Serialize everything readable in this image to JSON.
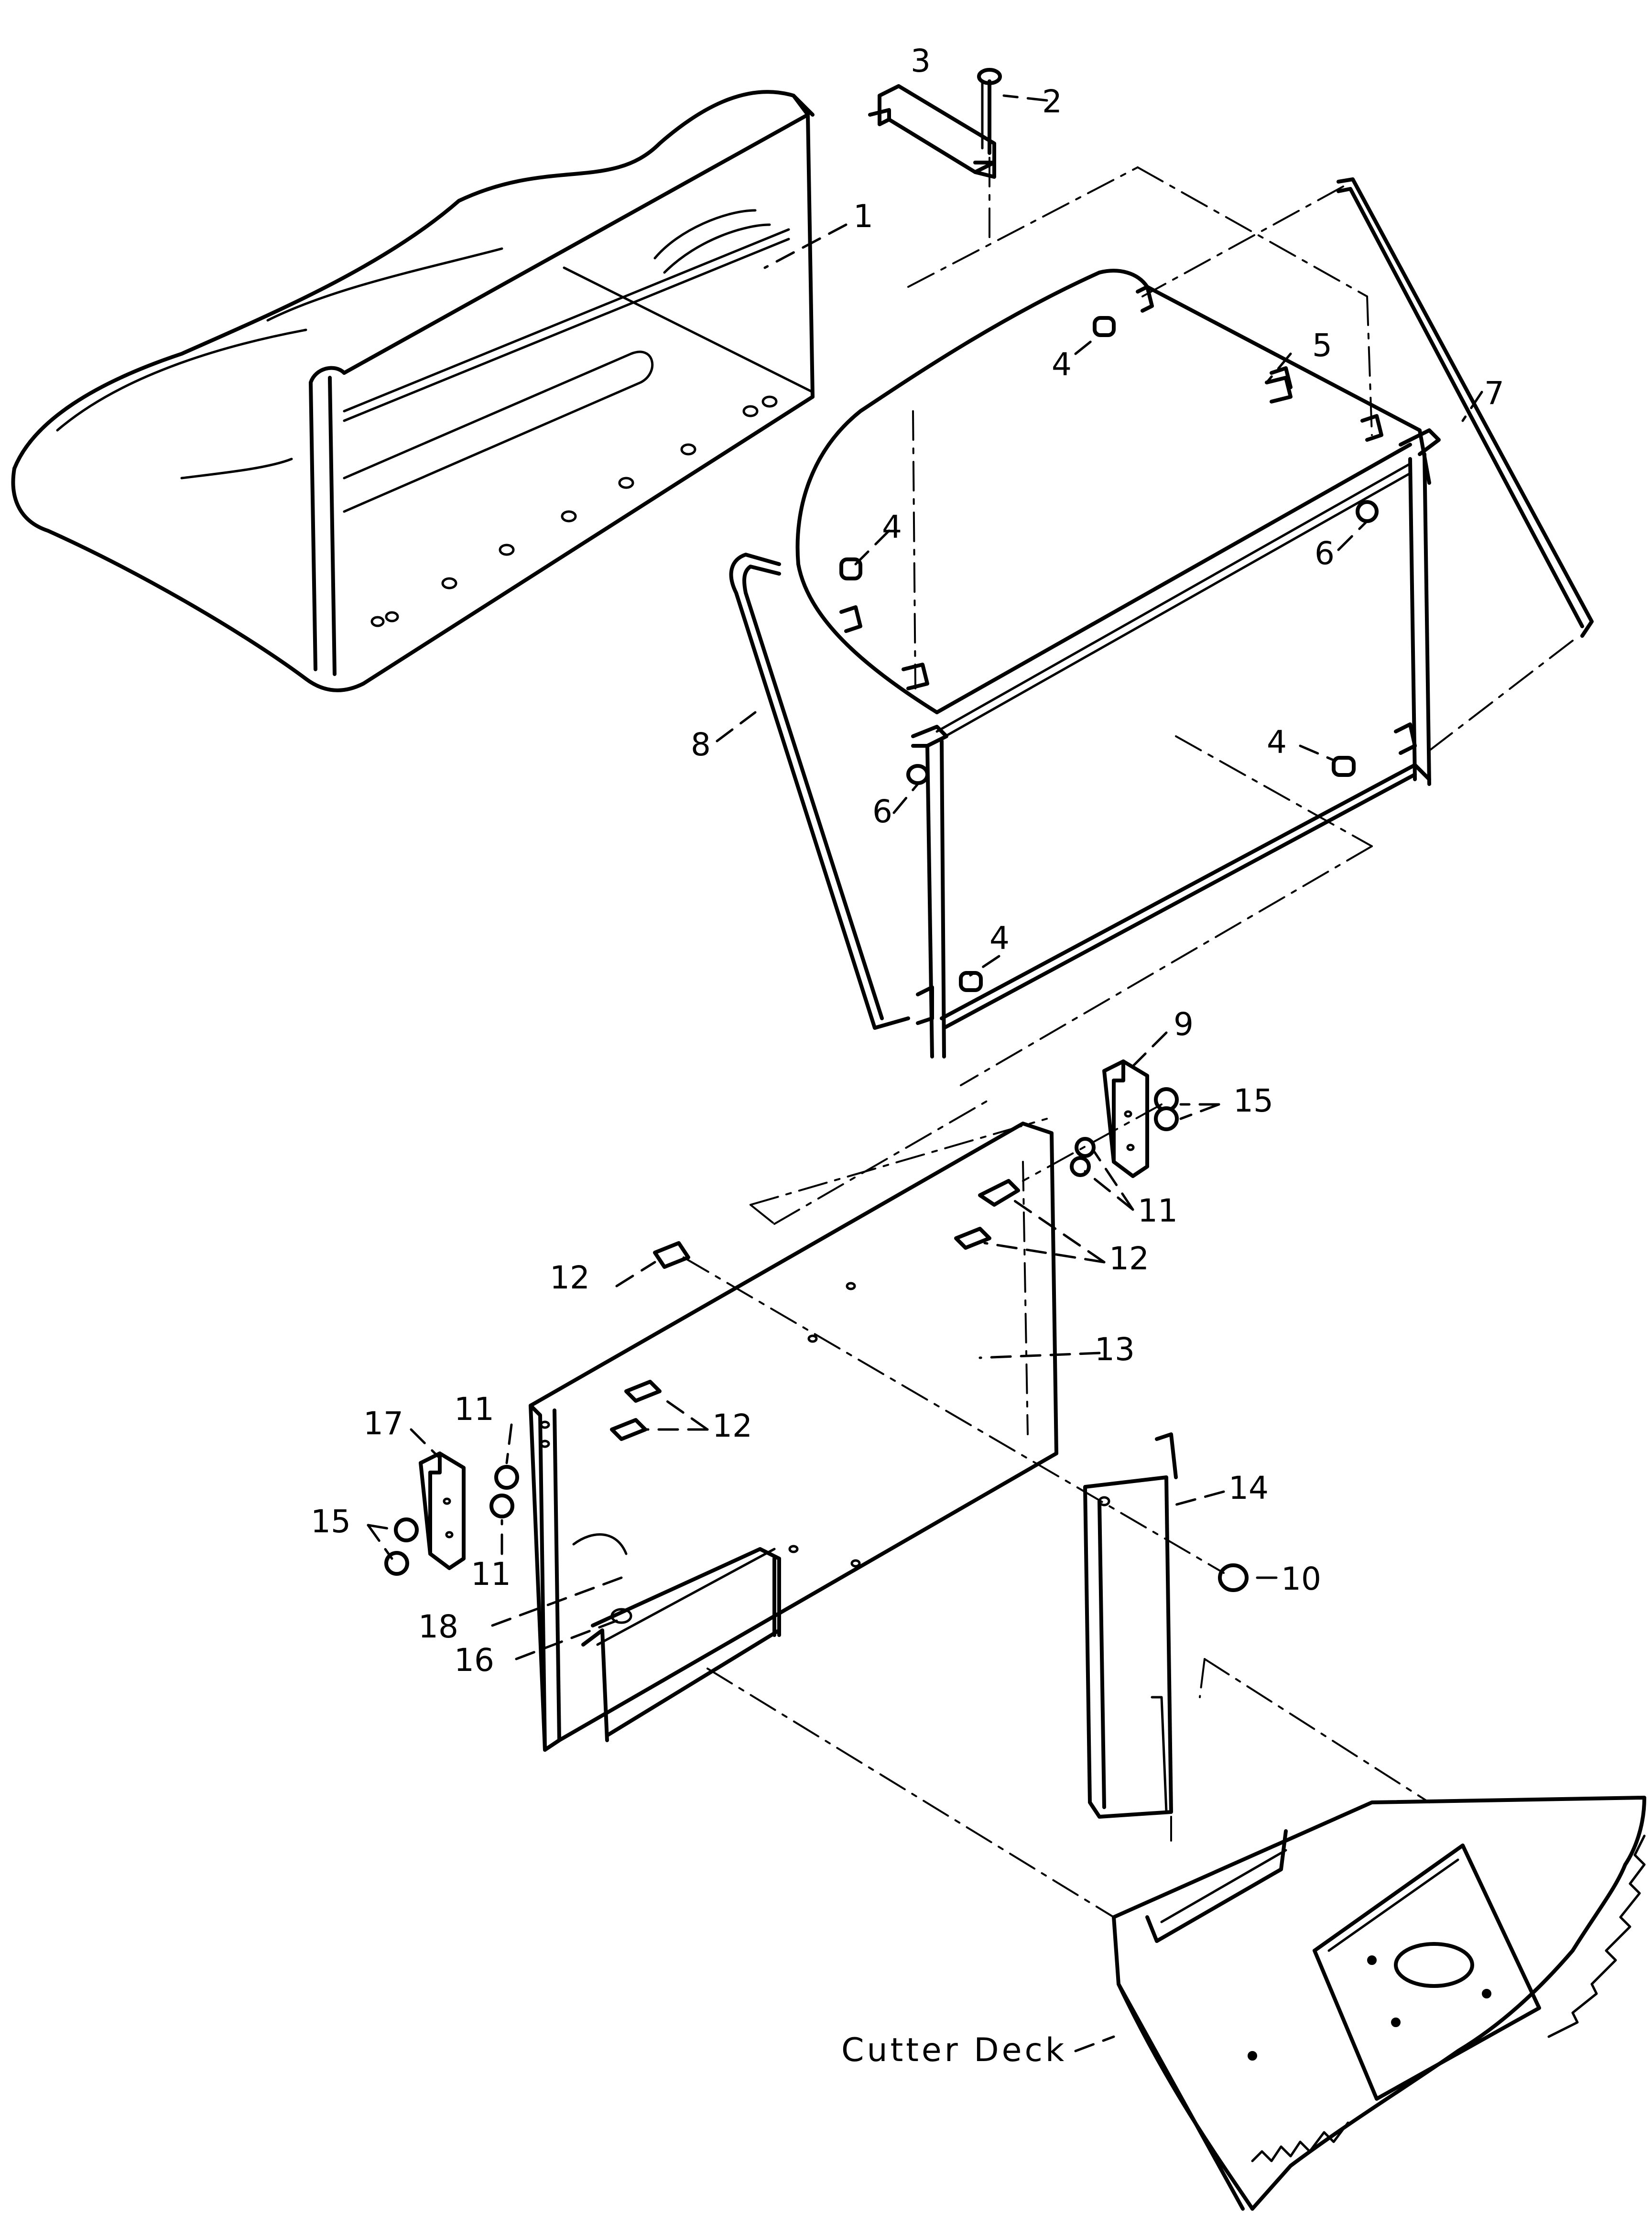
{
  "callouts": {
    "c1": "1",
    "c2": "2",
    "c3": "3",
    "c4a": "4",
    "c4b": "4",
    "c4c": "4",
    "c4d": "4",
    "c5": "5",
    "c6a": "6",
    "c6b": "6",
    "c7": "7",
    "c8": "8",
    "c9": "9",
    "c10": "10",
    "c11a": "11",
    "c11b": "11",
    "c11c": "11",
    "c12a": "12",
    "c12b": "12",
    "c12c": "12",
    "c13": "13",
    "c14": "14",
    "c15a": "15",
    "c15b": "15",
    "c16": "16",
    "c17": "17",
    "c18": "18",
    "cutter_deck": "Cutter Deck"
  }
}
